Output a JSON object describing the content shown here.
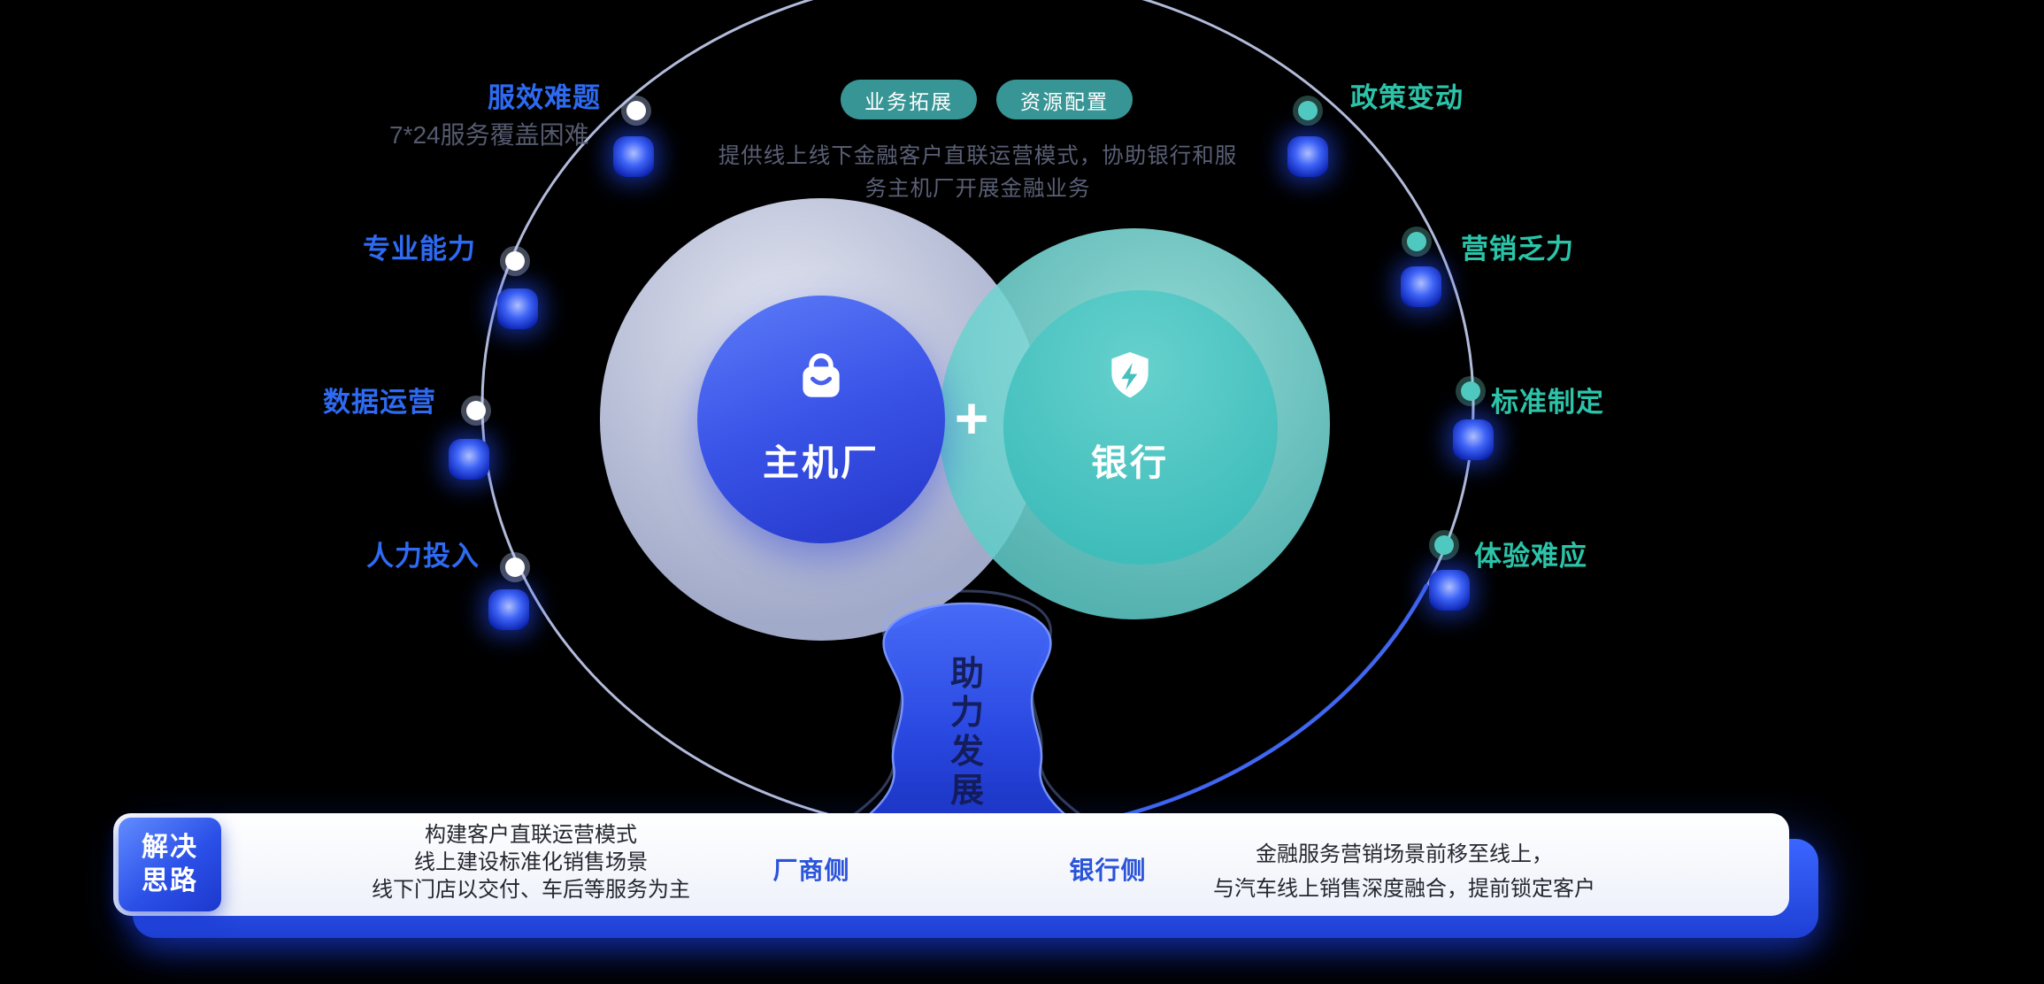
{
  "top": {
    "pills": [
      {
        "label": "业务拓展"
      },
      {
        "label": "资源配置"
      }
    ],
    "desc_line1": "提供线上线下金融客户直联运营模式，协助银行和服",
    "desc_line2": "务主机厂开展金融业务"
  },
  "left_labels": [
    {
      "label": "服效难题",
      "sub": "7*24服务覆盖困难"
    },
    {
      "label": "专业能力"
    },
    {
      "label": "数据运营"
    },
    {
      "label": "人力投入"
    }
  ],
  "right_labels": [
    {
      "label": "政策变动"
    },
    {
      "label": "营销乏力"
    },
    {
      "label": "标准制定"
    },
    {
      "label": "体验难应"
    }
  ],
  "venn": {
    "left_label": "主机厂",
    "right_label": "银行",
    "plus": "+",
    "left_icon": "shopping-bag-icon",
    "right_icon": "shield-bolt-icon"
  },
  "trophy": {
    "char1": "助",
    "char2": "力",
    "char3": "发",
    "char4": "展"
  },
  "bottom": {
    "badge_line1": "解决",
    "badge_line2": "思路",
    "left_line1": "构建客户直联运营模式",
    "left_line2": "线上建设标准化销售场景",
    "left_line3": "线下门店以交付、车后等服务为主",
    "maker_label": "厂商侧",
    "bank_label": "银行侧",
    "right_line1": "金融服务营销场景前移至线上，",
    "right_line2": "与汽车线上销售深度融合，提前锁定客户"
  },
  "colors": {
    "blue_label": "#2e6af2",
    "teal_label": "#2bc4a9",
    "pill_bg": "#3a9b9b",
    "inner_blue": "#3a54e8",
    "inner_teal": "#3fbdbb",
    "bar_blue": "#2b50e8",
    "background": "#000000"
  }
}
